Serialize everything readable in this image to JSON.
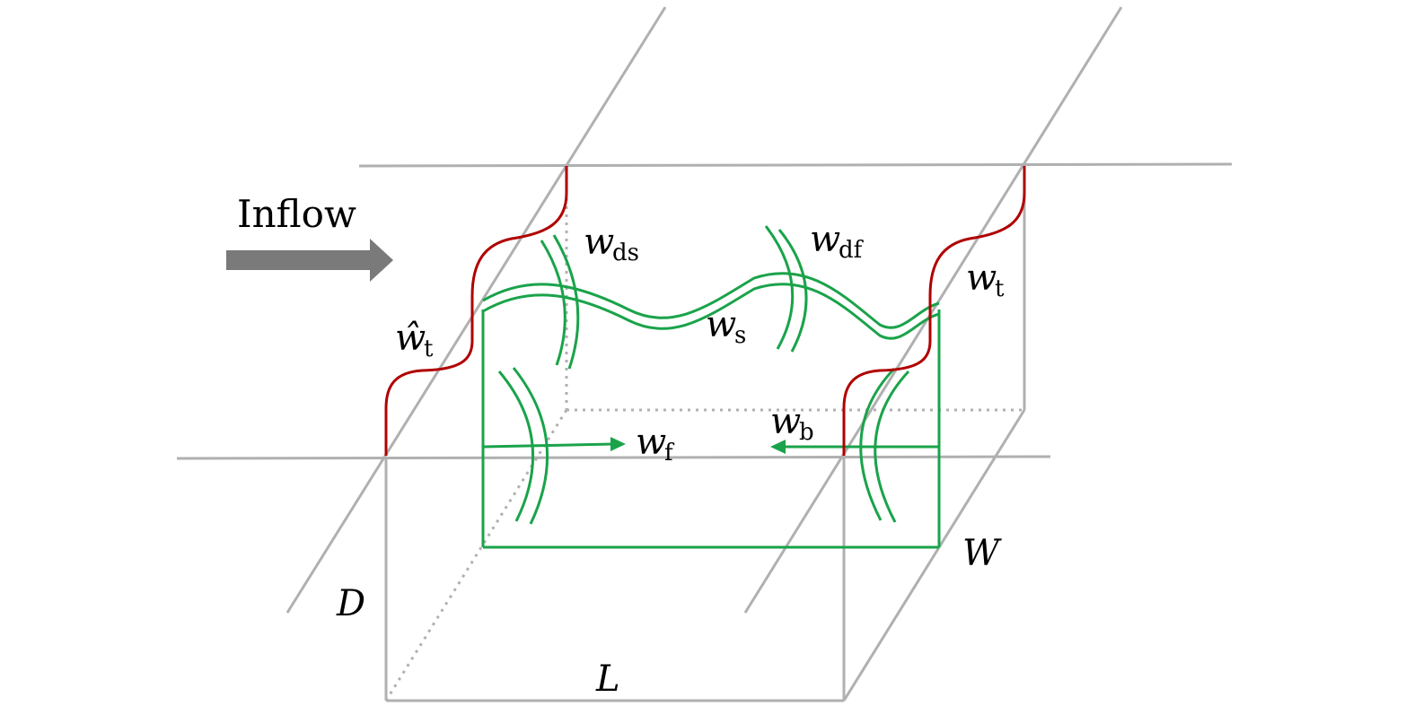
{
  "inflow": {
    "label": "Inflow",
    "arrow_color": "#7a7a7a"
  },
  "dims": {
    "D": "D",
    "L": "L",
    "W": "W"
  },
  "labels": {
    "w_ds": {
      "base": "w",
      "sub": "ds"
    },
    "w_df": {
      "base": "w",
      "sub": "df"
    },
    "w_s": {
      "base": "w",
      "sub": "s"
    },
    "w_t": {
      "base": "w",
      "sub": "t"
    },
    "w_t_hat": {
      "base": "ŵ",
      "sub": "t"
    },
    "w_f": {
      "base": "w",
      "sub": "f"
    },
    "w_b": {
      "base": "w",
      "sub": "b"
    }
  },
  "colors": {
    "geometry": "#b0b0b0",
    "model": "#1aa34a",
    "transition": "#b00000",
    "text": "#000000"
  }
}
